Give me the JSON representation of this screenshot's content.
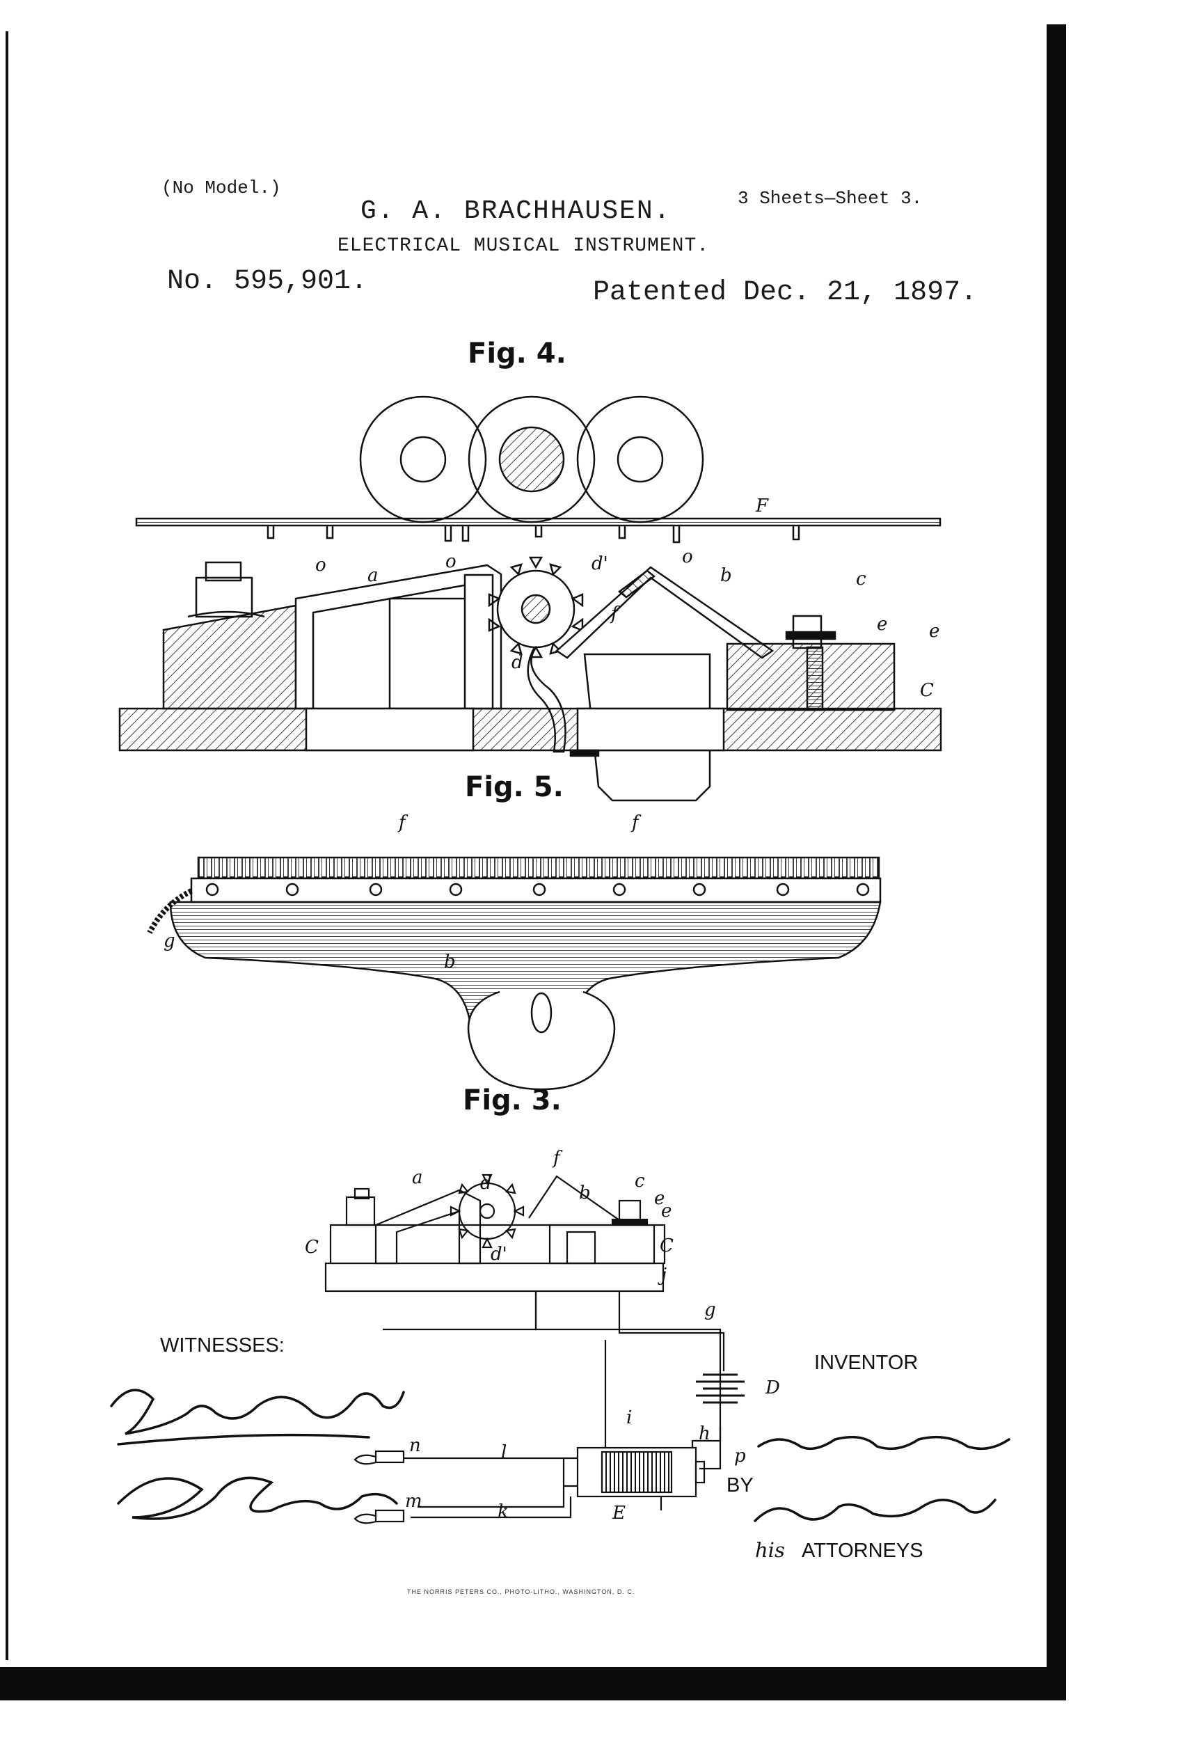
{
  "header": {
    "no_model": "(No Model.)",
    "sheets": "3 Sheets—Sheet 3.",
    "inventor_name": "G. A. BRACHHAUSEN.",
    "title": "ELECTRICAL MUSICAL INSTRUMENT.",
    "patent_number": "No. 595,901.",
    "patented_date": "Patented Dec. 21, 1897."
  },
  "figures": {
    "fig4": "Fig. 4.",
    "fig5": "Fig. 5.",
    "fig3": "Fig. 3."
  },
  "fig4_labels": [
    "F",
    "o",
    "o",
    "o",
    "a",
    "d'",
    "b",
    "f",
    "d",
    "c",
    "e",
    "e",
    "C"
  ],
  "fig5_labels": [
    "f",
    "f",
    "g",
    "b"
  ],
  "fig3_labels": [
    "a",
    "d",
    "f",
    "b",
    "c",
    "e",
    "e",
    "C",
    "C",
    "d'",
    "j",
    "g",
    "D",
    "i",
    "h",
    "p",
    "E",
    "n",
    "l",
    "m",
    "k"
  ],
  "signatures": {
    "witnesses_label": "WITNESSES:",
    "inventor_label": "INVENTOR",
    "by_label": "BY",
    "attorneys_label": "ATTORNEYS",
    "attorneys_prefix": "his"
  },
  "imprint": "THE NORRIS PETERS CO., PHOTO-LITHO., WASHINGTON, D. C."
}
